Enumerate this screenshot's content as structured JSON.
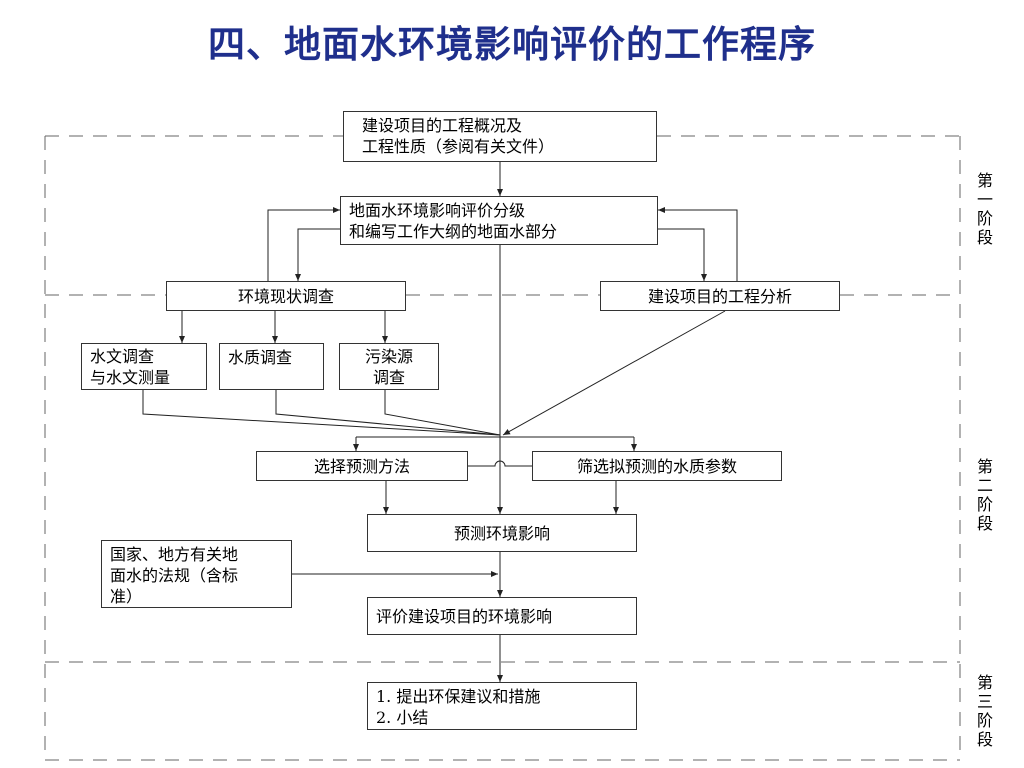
{
  "title": "四、地面水环境影响评价的工作程序",
  "boxes": {
    "project_overview": "建设项目的工程概况及\n工程性质（参阅有关文件）",
    "grading": "地面水环境影响评价分级\n和编写工作大纲的地面水部分",
    "status_survey": "环境现状调查",
    "engineering_analysis": "建设项目的工程分析",
    "hydrology_survey": "水文调查\n与水文测量",
    "water_quality_survey": "水质调查",
    "pollution_source_survey": "污染源\n调查",
    "select_method": "选择预测方法",
    "screen_parameters": "筛选拟预测的水质参数",
    "predict_impact": "预测环境影响",
    "regulations": "国家、地方有关地\n面水的法规（含标\n准）",
    "evaluate_impact": "评价建设项目的环境影响",
    "final_step": "1. 提出环保建议和措施\n2. 小结"
  },
  "stages": {
    "stage1": "第\n一\n阶\n段",
    "stage2": "第\n二\n阶\n段",
    "stage3": "第\n三\n阶\n段"
  }
}
